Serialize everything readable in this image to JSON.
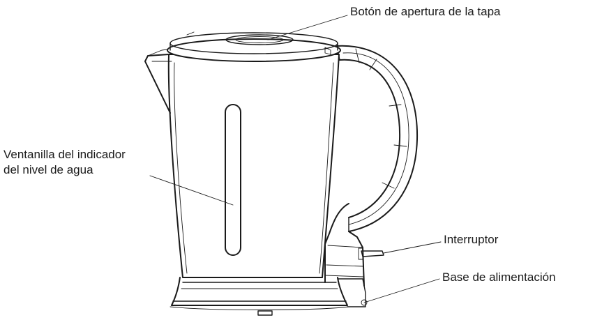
{
  "labels": {
    "lid_button": "Botón de apertura de la tapa",
    "water_window_line1": "Ventanilla del indicador",
    "water_window_line2": "del nivel de agua",
    "switch": "Interruptor",
    "power_base": "Base de alimentación"
  },
  "colors": {
    "line": "#1a1a1a",
    "background": "#ffffff"
  }
}
